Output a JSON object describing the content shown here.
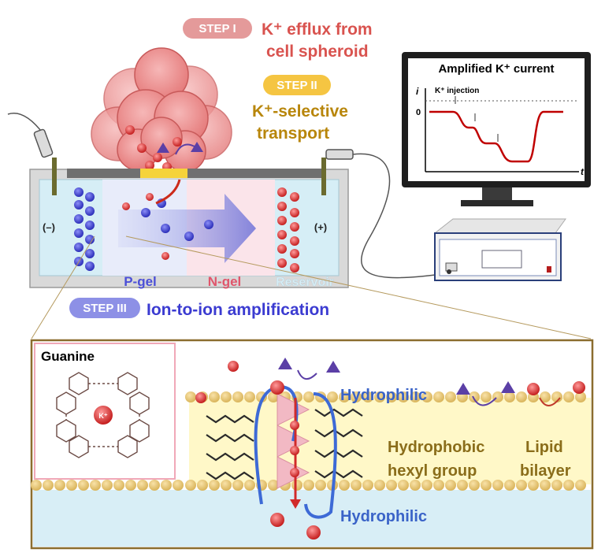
{
  "steps": {
    "step1": {
      "badge": "STEP I",
      "text_line1": "K⁺ efflux from",
      "text_line2": "cell spheroid"
    },
    "step2": {
      "badge": "STEP II",
      "text_line1": "K⁺-selective",
      "text_line2": "transport"
    },
    "step3": {
      "badge": "STEP III",
      "text": "Ion-to-ion amplification"
    }
  },
  "device": {
    "minus_electrode": "(–)",
    "plus_electrode": "(+)",
    "pgel_label": "P-gel",
    "ngel_label": "N-gel",
    "reservoir_label": "Reservoir"
  },
  "monitor": {
    "title": "Amplified K⁺ current",
    "y_axis": "i",
    "x_axis": "t",
    "zero_label": "0",
    "annotation": "K⁺ injection"
  },
  "inset": {
    "guanine_title": "Guanine",
    "potassium_symbol": "K⁺",
    "hydrophilic_top": "Hydrophilic",
    "hydrophilic_bottom": "Hydrophilic",
    "hydrophobic_line1": "Hydrophobic",
    "hydrophobic_line2": "hexyl group",
    "lipid_line1": "Lipid",
    "lipid_line2": "bilayer"
  },
  "colors": {
    "red_text": "#d9534f",
    "gold_text": "#b8860b",
    "blue_text": "#3b3bd1",
    "current_trace": "#c00000",
    "inset_border": "#8b6d2e"
  }
}
